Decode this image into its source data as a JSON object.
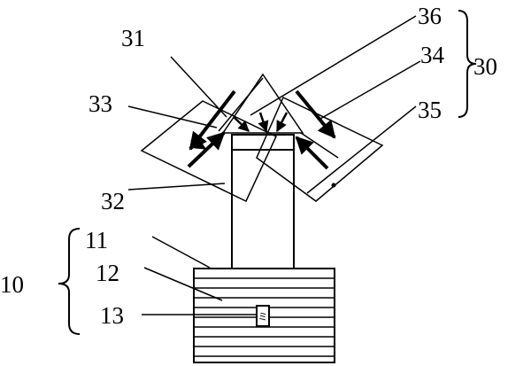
{
  "labels": {
    "l30": "30",
    "l31": "31",
    "l32": "32",
    "l33": "33",
    "l34": "34",
    "l35": "35",
    "l36": "36",
    "l10": "10",
    "l11": "11",
    "l12": "12",
    "l13": "13"
  },
  "colors": {
    "stroke": "#000000",
    "background": "#ffffff"
  }
}
